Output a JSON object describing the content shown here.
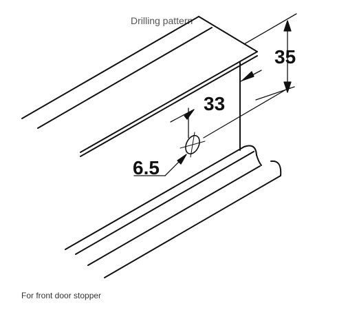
{
  "header": {
    "title": "Drilling pattern"
  },
  "drawing": {
    "dimensions": {
      "height": "35",
      "hole_offset": "33",
      "hole_diameter": "6.5"
    }
  },
  "footer": {
    "caption": "For front door stopper"
  },
  "colors": {
    "line": "#111111",
    "title_text": "#555555",
    "caption_text": "#333333"
  }
}
